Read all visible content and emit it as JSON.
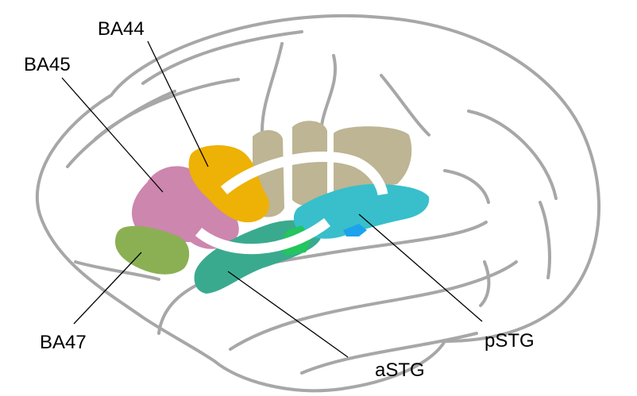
{
  "labels": {
    "ba44": "BA44",
    "ba45": "BA45",
    "ba47": "BA47",
    "astg": "aSTG",
    "pstg": "pSTG"
  },
  "colors": {
    "outline": "#a7a7a7",
    "ba44": "#eeb105",
    "ba45": "#cd86ae",
    "ba47": "#8bb053",
    "astg": "#3aaa8f",
    "pstg": "#38bfcb",
    "premotor": "#bdb593",
    "green_accent": "#22c55e",
    "blue_accent": "#1da2ec",
    "tract": "#ffffff",
    "leader": "#000000"
  }
}
